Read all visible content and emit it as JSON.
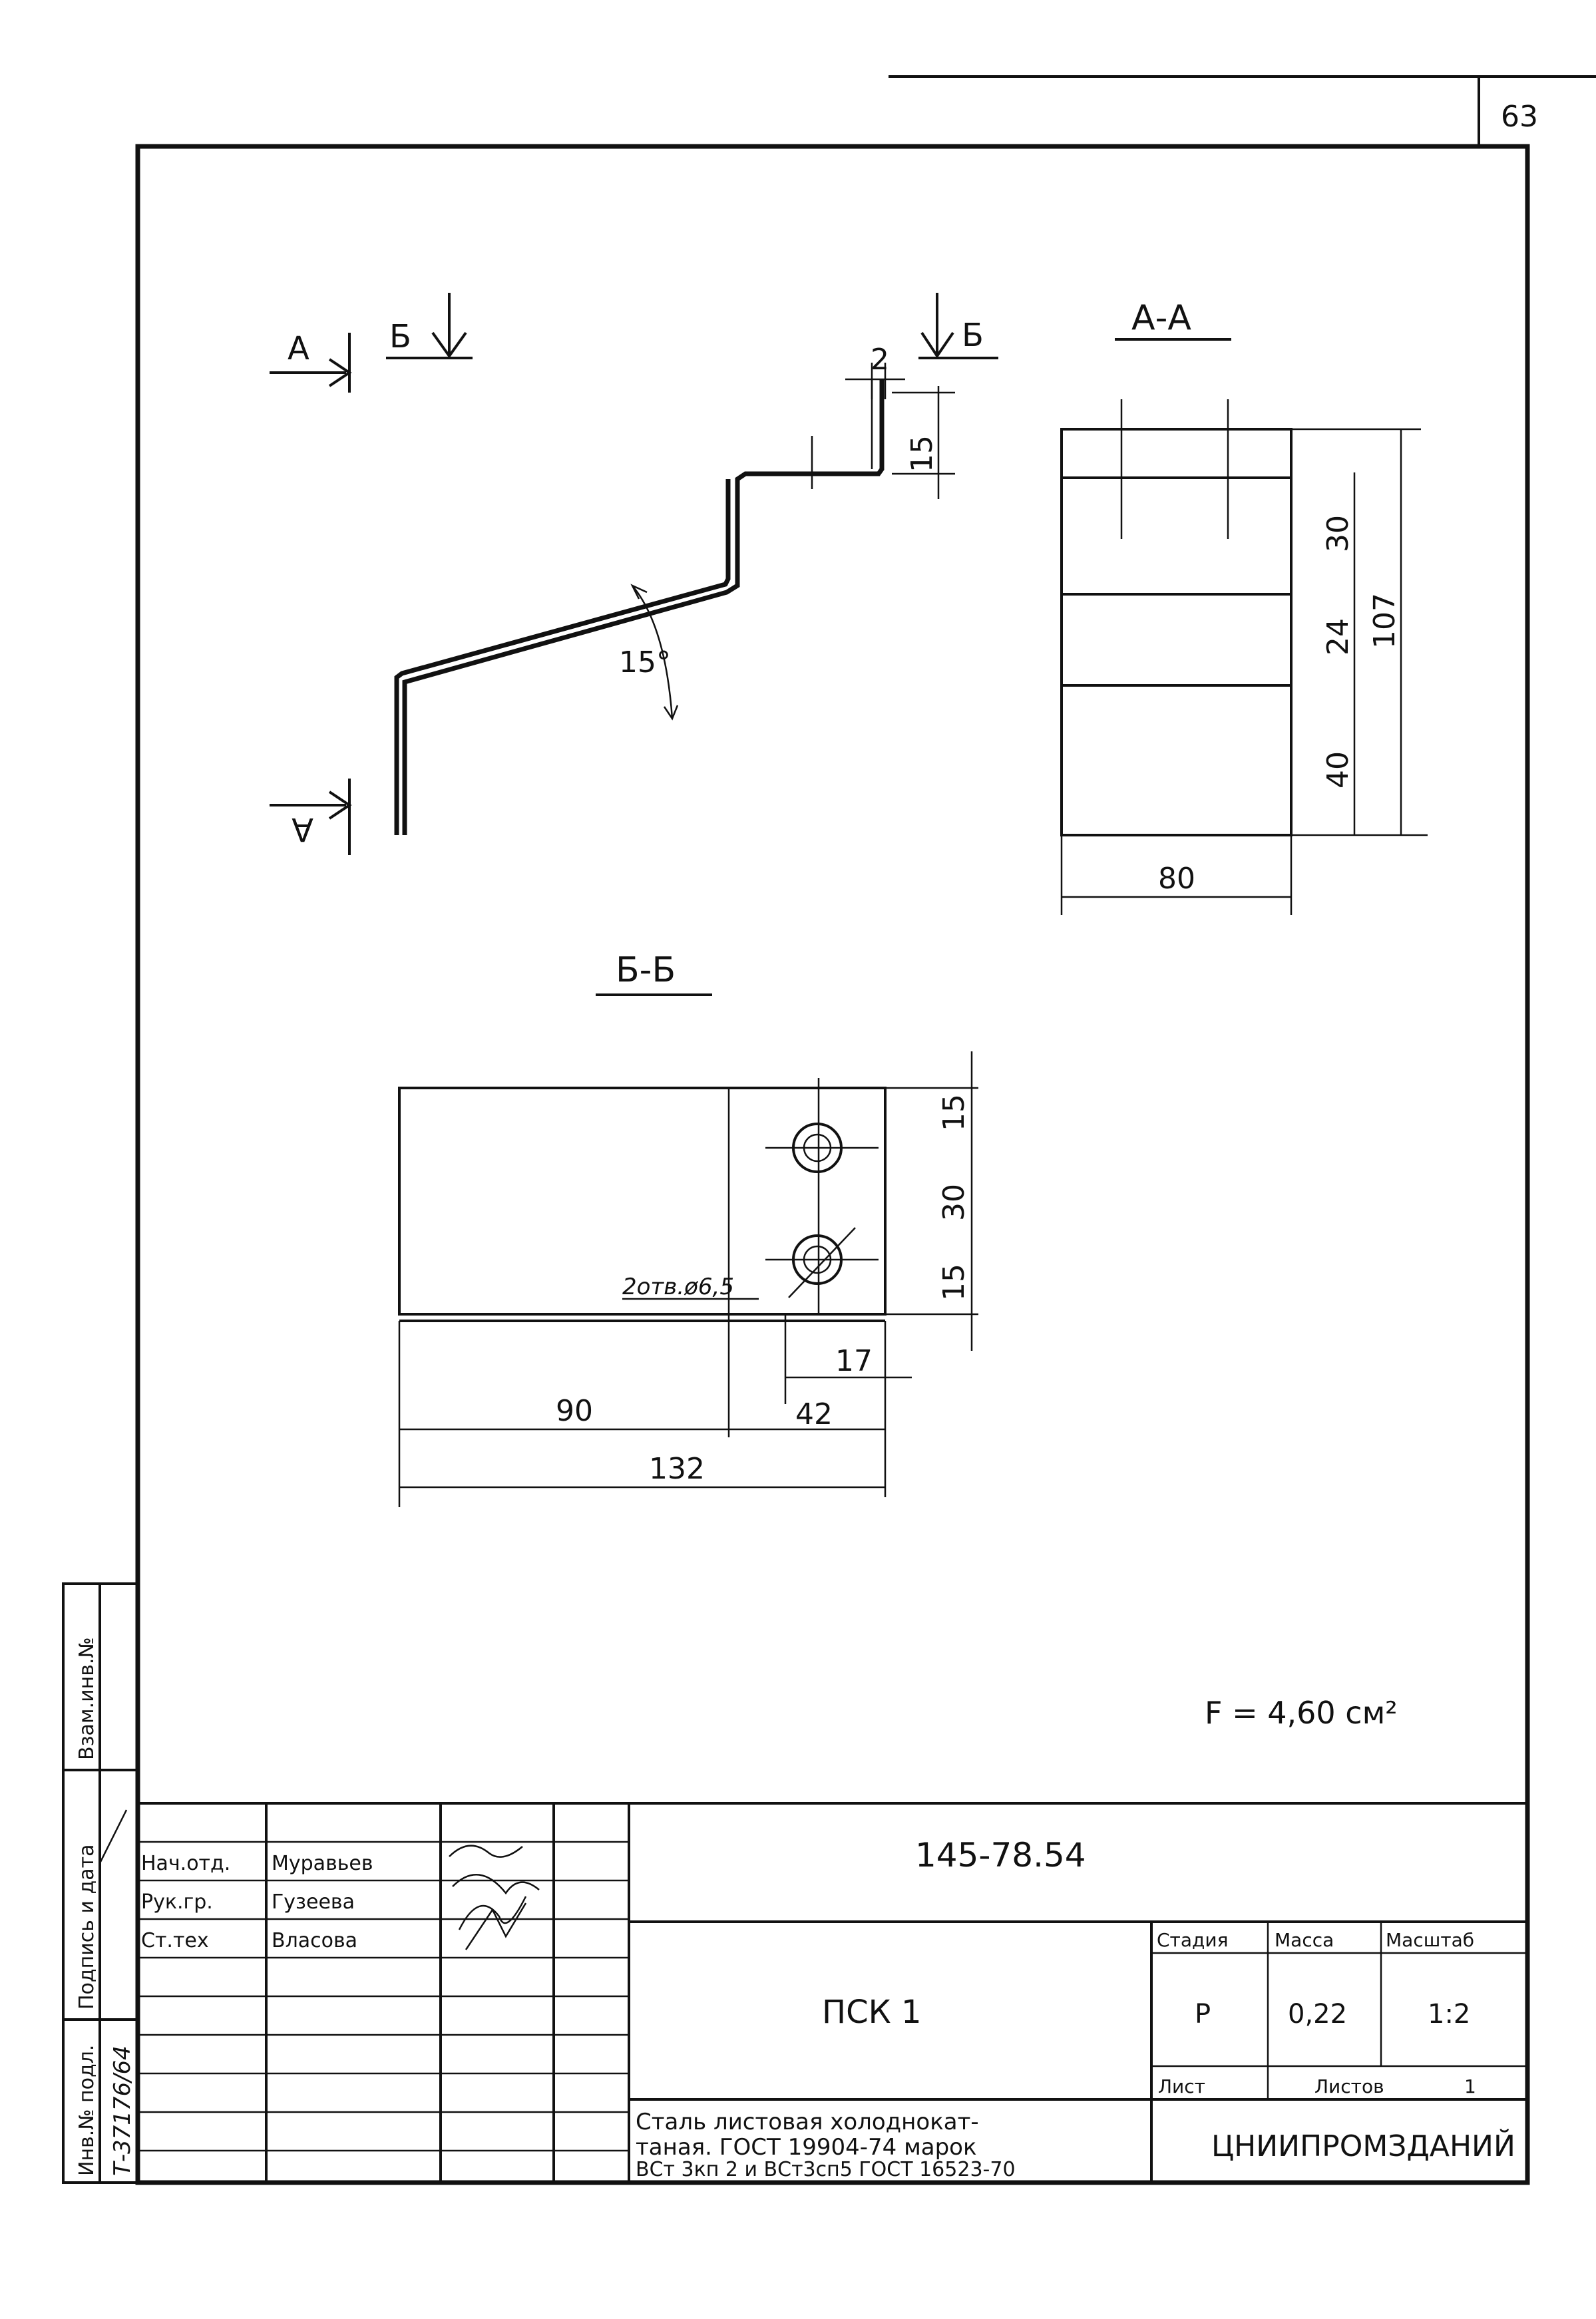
{
  "sheet_number": "63",
  "sections": {
    "section_a_marker": "А",
    "section_b_marker": "Б",
    "view_a_title": "А-А",
    "view_b_title": "Б-Б"
  },
  "profile_view": {
    "dim_thickness": "2",
    "dim_top_height": "15",
    "angle": "15°"
  },
  "view_a": {
    "dim_30": "30",
    "dim_24": "24",
    "dim_40": "40",
    "dim_107": "107",
    "dim_width": "80"
  },
  "view_b": {
    "dim_top_15": "15",
    "dim_30": "30",
    "dim_bottom_15": "15",
    "holes_label": "2отв.ø6,5",
    "dim_17": "17",
    "dim_90": "90",
    "dim_42": "42",
    "dim_132": "132"
  },
  "area_note": "F = 4,60 см²",
  "title_block": {
    "document_code": "145-78.54",
    "roles": [
      {
        "role": "Нач.отд.",
        "name": "Муравьев"
      },
      {
        "role": "Рук.гр.",
        "name": "Гузеева"
      },
      {
        "role": "Ст.тех",
        "name": "Власова"
      }
    ],
    "part_name": "ПСК 1",
    "stage_header": "Стадия",
    "mass_header": "Масса",
    "scale_header": "Масштаб",
    "stage_value": "Р",
    "mass_value": "0,22",
    "scale_value": "1:2",
    "sheet_label": "Лист",
    "sheets_label": "Листов",
    "sheets_value": "1",
    "material_line1": "Сталь листовая холоднокат-",
    "material_line2": "таная. ГОСТ 19904-74 марок",
    "material_line3": "ВСт 3кп 2 и ВСт3сп5 ГОСТ 16523-70",
    "organization": "ЦНИИПРОМЗДАНИЙ"
  },
  "side_stamp": {
    "inv_label": "Инв.№ подл.",
    "inv_value": "Т-37176/64",
    "sign_label": "Подпись и дата",
    "replace_label": "Взам.инв.№"
  }
}
